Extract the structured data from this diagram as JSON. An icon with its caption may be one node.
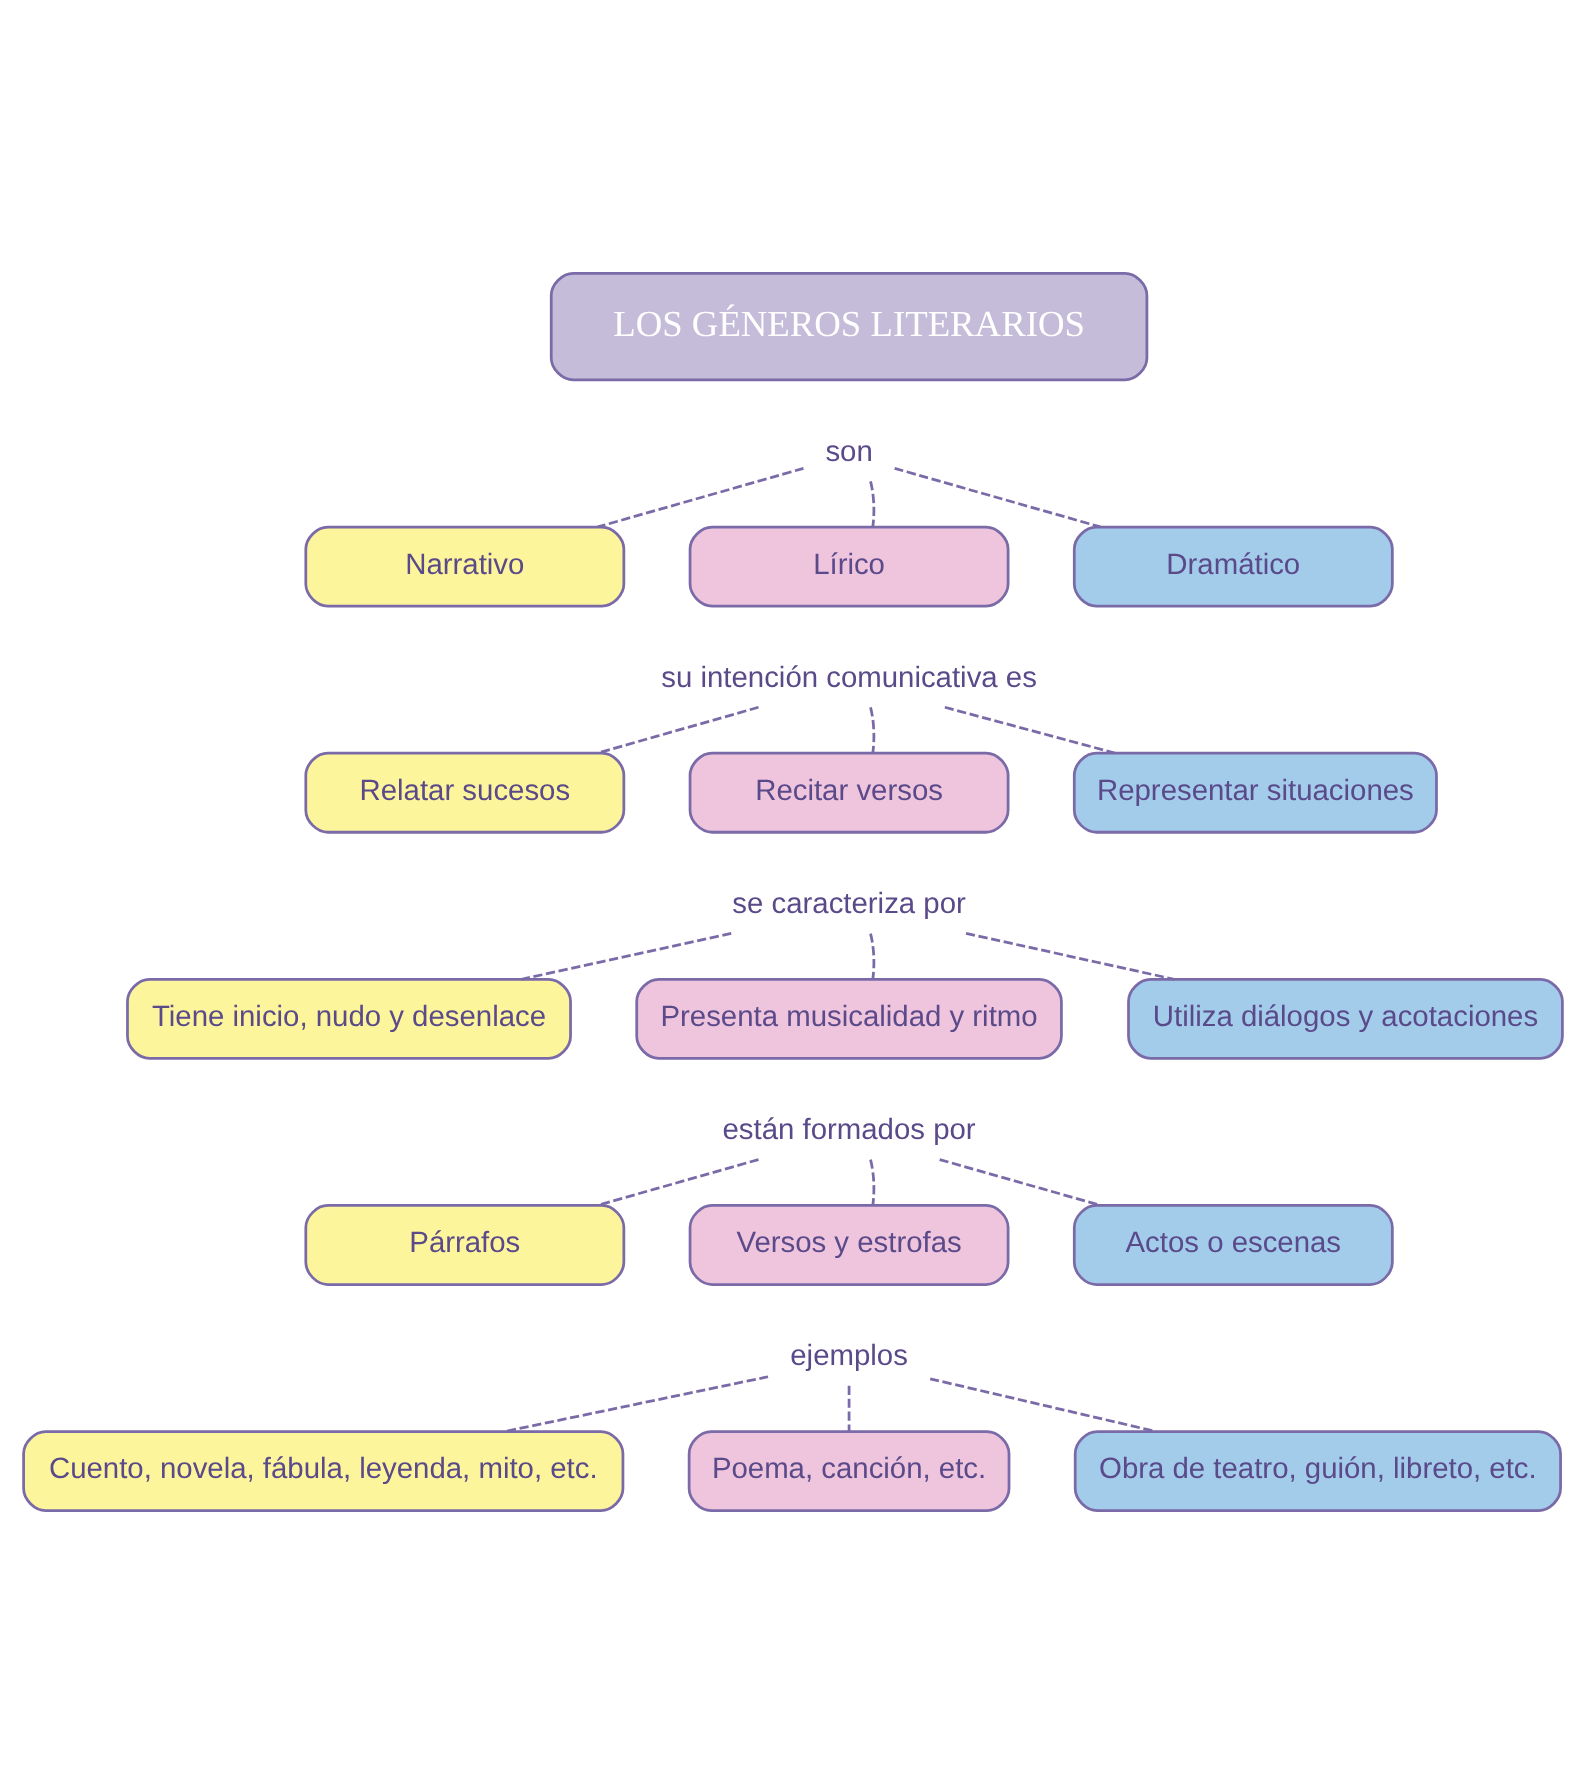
{
  "diagram": {
    "nodes": [
      {
        "text": [
          "LOS GÉNEROS LITERARIOS"
        ]
      },
      {
        "text": [
          "son"
        ]
      },
      {
        "text": [
          "Narrativo"
        ]
      },
      {
        "text": [
          "Lírico"
        ]
      },
      {
        "text": [
          "Dramático"
        ]
      },
      {
        "text": [
          "su intención comunicativa es"
        ]
      },
      {
        "text": [
          "Relatar sucesos"
        ]
      },
      {
        "text": [
          "Recitar versos"
        ]
      },
      {
        "text": [
          "Representar situaciones"
        ]
      },
      {
        "text": [
          "se caracteriza por"
        ]
      },
      {
        "text": [
          "Tiene inicio, nudo y desenlace"
        ]
      },
      {
        "text": [
          "Presenta musicalidad y ritmo"
        ]
      },
      {
        "text": [
          "Utiliza diálogos y acotaciones"
        ]
      },
      {
        "text": [
          "están formados por"
        ]
      },
      {
        "text": [
          "Párrafos"
        ]
      },
      {
        "text": [
          "Versos y estrofas"
        ]
      },
      {
        "text": [
          "Actos o escenas"
        ]
      },
      {
        "text": [
          "ejemplos"
        ]
      },
      {
        "text": [
          "Cuento, novela, fábula, leyenda, mito, etc."
        ]
      },
      {
        "text": [
          "Poema, canción, etc."
        ]
      },
      {
        "text": [
          "Obra de teatro, guión, libreto, etc."
        ]
      }
    ],
    "edges": [
      {
        "from": 1,
        "to": 2,
        "arrow": "none",
        "style": "dashed"
      },
      {
        "from": 1,
        "to": 3,
        "arrow": "none",
        "style": "dashed"
      },
      {
        "from": 1,
        "to": 4,
        "arrow": "none",
        "style": "dashed"
      },
      {
        "from": 5,
        "to": 6,
        "arrow": "none",
        "style": "dashed"
      },
      {
        "from": 5,
        "to": 7,
        "arrow": "none",
        "style": "dashed"
      },
      {
        "from": 5,
        "to": 8,
        "arrow": "none",
        "style": "dashed"
      },
      {
        "from": 9,
        "to": 10,
        "arrow": "none",
        "style": "dashed"
      },
      {
        "from": 9,
        "to": 11,
        "arrow": "none",
        "style": "dashed"
      },
      {
        "from": 9,
        "to": 12,
        "arrow": "none",
        "style": "dashed"
      },
      {
        "from": 13,
        "to": 14,
        "arrow": "none",
        "style": "dashed"
      },
      {
        "from": 13,
        "to": 15,
        "arrow": "none",
        "style": "dashed"
      },
      {
        "from": 13,
        "to": 16,
        "arrow": "none",
        "style": "dashed"
      },
      {
        "from": 17,
        "to": 18,
        "arrow": "none",
        "style": "dashed"
      },
      {
        "from": 17,
        "to": 19,
        "arrow": "none",
        "style": "dashed"
      },
      {
        "from": 17,
        "to": 20,
        "arrow": "none",
        "style": "dashed"
      }
    ]
  }
}
